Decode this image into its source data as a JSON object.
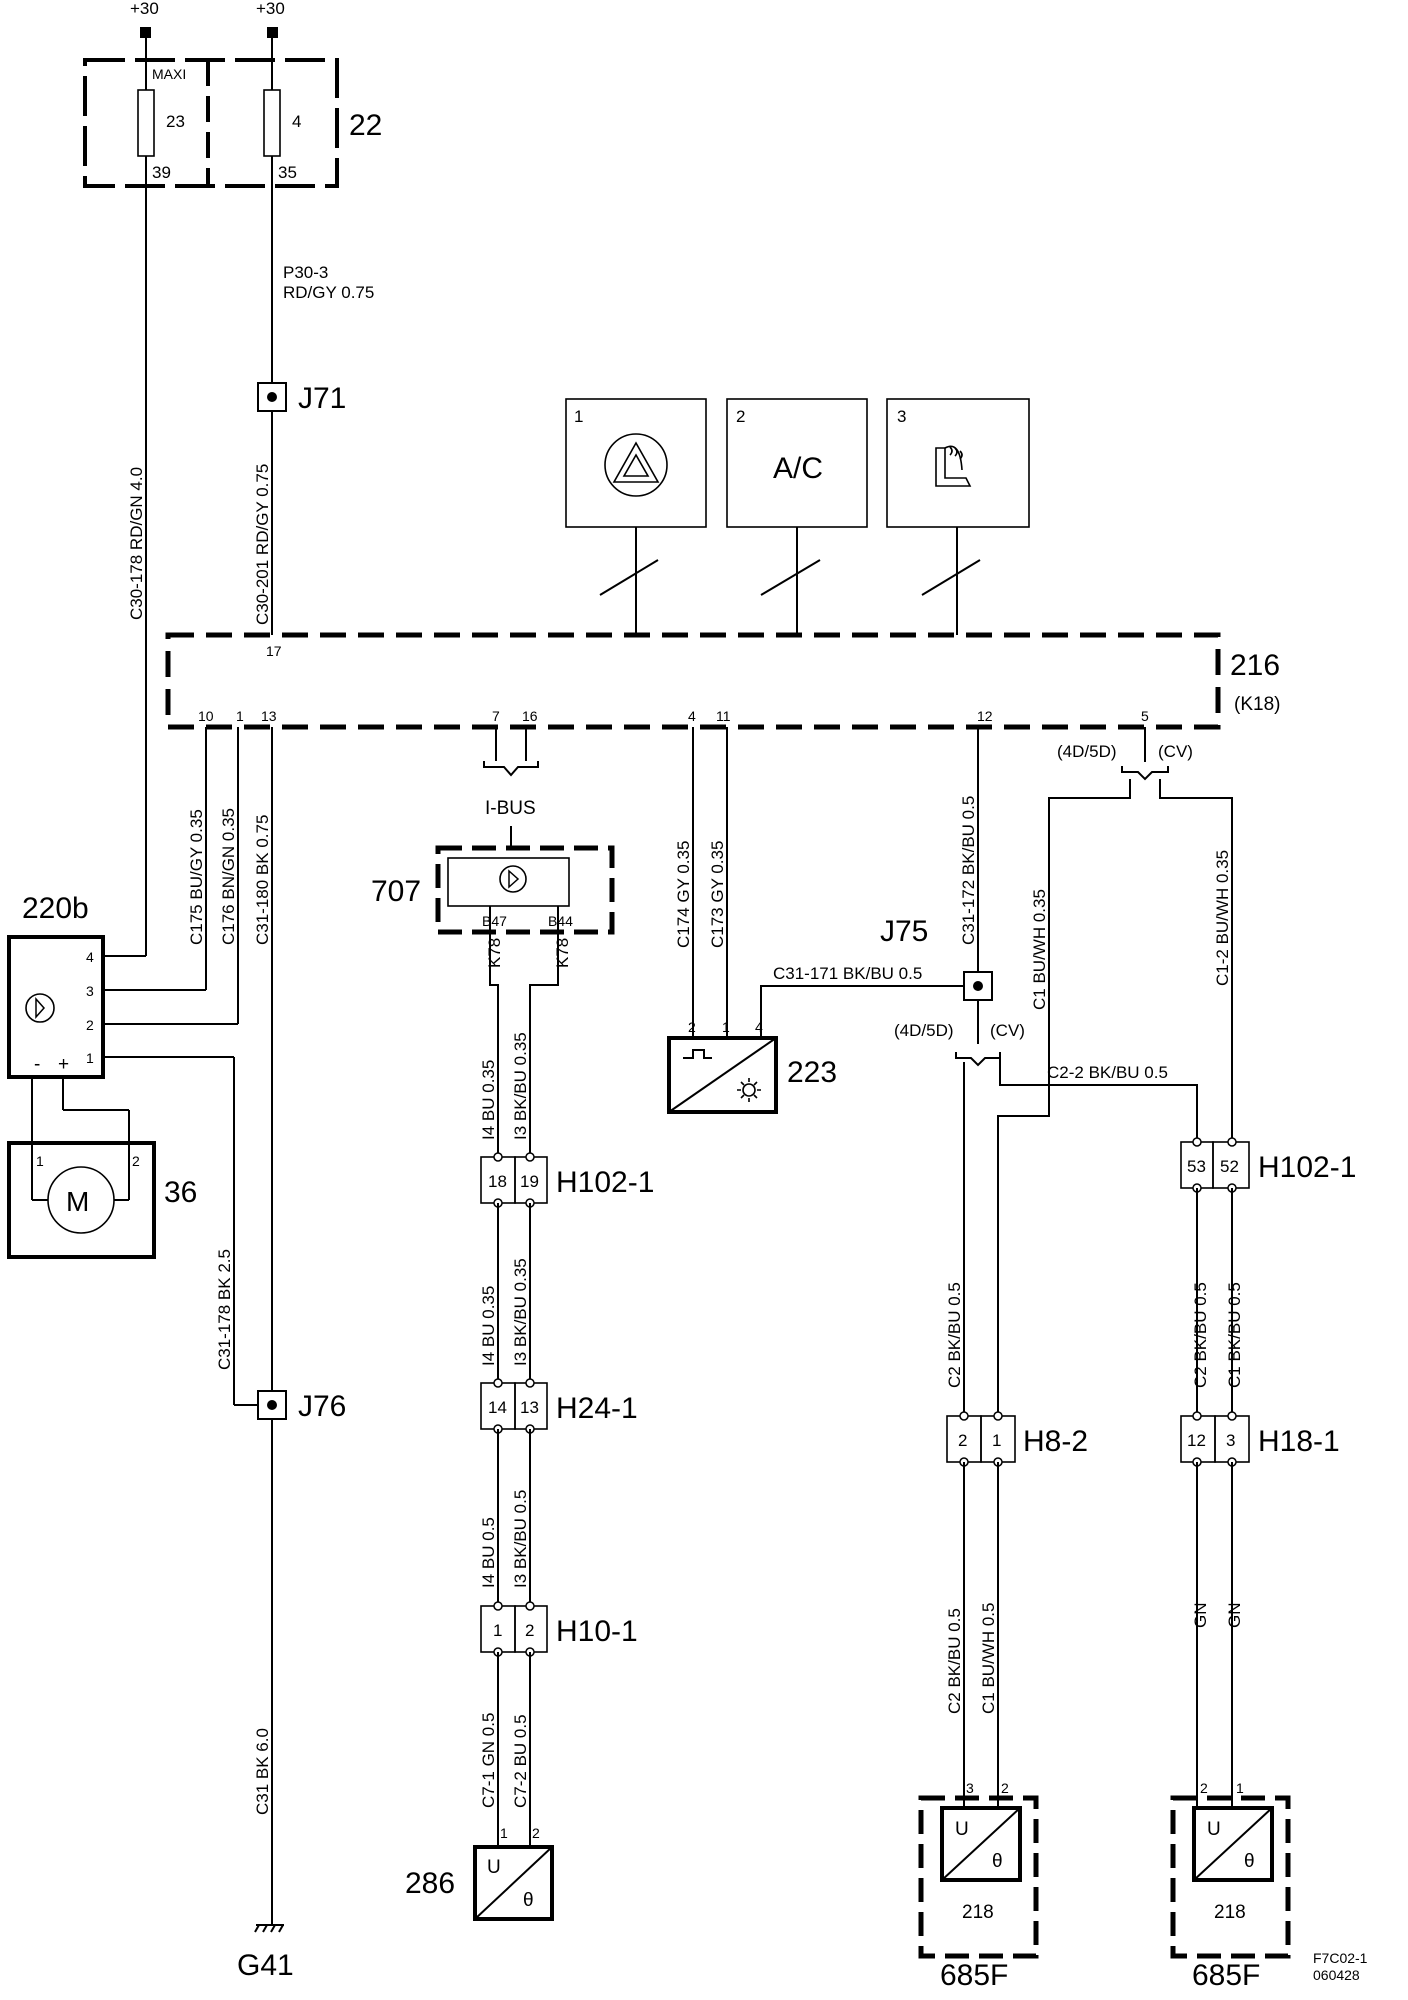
{
  "supply": {
    "left": "+30",
    "right": "+30"
  },
  "fusebox": {
    "id": "22",
    "fuse_a": {
      "type": "MAXI",
      "num": "23",
      "pin": "39"
    },
    "fuse_b": {
      "num": "4",
      "pin": "35"
    }
  },
  "wires": {
    "p30_3_a": "P30-3",
    "p30_3_b": "RD/GY  0.75",
    "c30_178": "C30-178  RD/GN  4.0",
    "c30_201": "C30-201  RD/GY  0.75",
    "c175": "C175  BU/GY  0.35",
    "c176": "C176  BN/GN  0.35",
    "c31_180": "C31-180  BK  0.75",
    "c31_178": "C31-178  BK  2.5",
    "c31": "C31  BK  6.0",
    "c174": "C174  GY  0.35",
    "c173": "C173  GY  0.35",
    "c31_172": "C31-172  BK/BU  0.5",
    "c31_171": "C31-171  BK/BU  0.5",
    "c1": "C1  BU/WH  0.35",
    "c1_2": "C1-2  BU/WH  0.35",
    "c2_2": "C2-2  BK/BU  0.5",
    "k78": "K78",
    "i4_bu_035": "I4  BU  0.35",
    "i3_bkbu_035": "I3  BK/BU  0.35",
    "i4_bu_05": "I4  BU  0.5",
    "i3_bkbu_05": "I3  BK/BU  0.5",
    "c7_1": "C7-1  GN  0.5",
    "c7_2": "C7-2  BU  0.5",
    "c2_bkbu": "C2  BK/BU  0.5",
    "c1_bkbu": "C1  BK/BU  0.5",
    "c1_buwh": "C1  BU/WH  0.5",
    "gn": "GN"
  },
  "splices": {
    "j71": "J71",
    "j76": "J76",
    "j75": "J75"
  },
  "modules": {
    "m216": {
      "id": "216",
      "sub": "(K18)",
      "pins": {
        "p17": "17",
        "p10": "10",
        "p1": "1",
        "p13": "13",
        "p7": "7",
        "p16": "16",
        "p4": "4",
        "p11": "11",
        "p12": "12",
        "p5": "5"
      }
    },
    "m1": {
      "num": "1"
    },
    "m2": {
      "num": "2",
      "label": "A/C"
    },
    "m3": {
      "num": "3"
    },
    "m220b": {
      "id": "220b",
      "pins": [
        "4",
        "3",
        "2",
        "1"
      ],
      "minus": "-",
      "plus": "+"
    },
    "m36": {
      "id": "36",
      "symbol": "M",
      "pins": [
        "1",
        "2"
      ]
    },
    "m707": {
      "id": "707",
      "pin_a": "B47",
      "pin_b": "B44"
    },
    "m223": {
      "id": "223",
      "pins": [
        "2",
        "1",
        "4"
      ]
    },
    "m286": {
      "id": "286",
      "u": "U",
      "theta": "θ",
      "pins": [
        "1",
        "2"
      ]
    },
    "m218a": {
      "id": "218",
      "outer": "685F",
      "u": "U",
      "theta": "θ",
      "pins": [
        "3",
        "2"
      ]
    },
    "m218b": {
      "id": "218",
      "outer": "685F",
      "u": "U",
      "theta": "θ",
      "pins": [
        "2",
        "1"
      ]
    }
  },
  "variants": {
    "a": "(4D/5D)",
    "b": "(CV)"
  },
  "bus": "I-BUS",
  "connectors": {
    "h102_left": {
      "id": "H102-1",
      "pins": [
        "18",
        "19"
      ]
    },
    "h24": {
      "id": "H24-1",
      "pins": [
        "14",
        "13"
      ]
    },
    "h10": {
      "id": "H10-1",
      "pins": [
        "1",
        "2"
      ]
    },
    "h102_right": {
      "id": "H102-1",
      "pins": [
        "53",
        "52"
      ]
    },
    "h8": {
      "id": "H8-2",
      "pins": [
        "2",
        "1"
      ]
    },
    "h18": {
      "id": "H18-1",
      "pins": [
        "12",
        "3"
      ]
    }
  },
  "ground": "G41",
  "footer": {
    "code": "F7C02-1",
    "date": "060428"
  }
}
